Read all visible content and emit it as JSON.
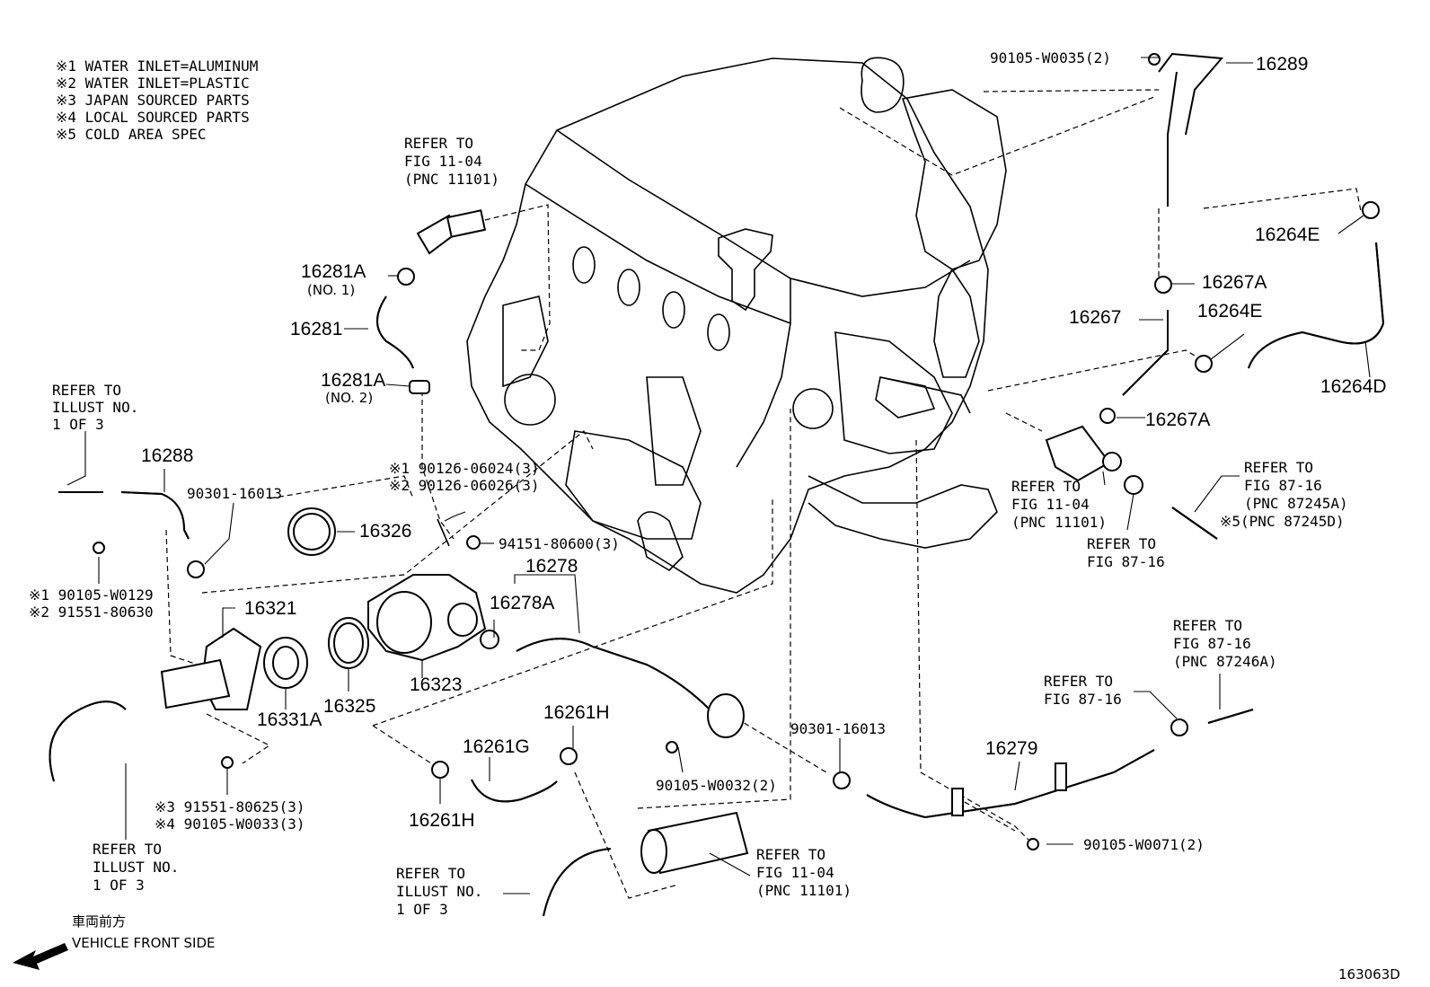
{
  "notes": [
    "※1 WATER INLET=ALUMINUM",
    "※2 WATER INLET=PLASTIC",
    "※3 JAPAN SOURCED PARTS",
    "※4 LOCAL SOURCED PARTS",
    "※5 COLD AREA SPEC"
  ],
  "refs": {
    "fig1104_top": [
      "REFER TO",
      "FIG 11-04",
      "(PNC 11101)"
    ],
    "illust_left": [
      "REFER TO",
      "ILLUST NO.",
      "1 OF 3"
    ],
    "fig1104_right": [
      "REFER TO",
      "FIG 11-04",
      "(PNC 11101)"
    ],
    "fig8716_mid": [
      "REFER TO",
      "FIG 87-16"
    ],
    "fig8716_right": [
      "REFER TO",
      "FIG 87-16",
      "(PNC 87245A)",
      "※5(PNC 87245D)"
    ],
    "fig8716_low": [
      "REFER TO",
      "FIG 87-16",
      "(PNC 87246A)"
    ],
    "fig8716_low2": [
      "REFER TO",
      "FIG 87-16"
    ],
    "illust_bottom_left": [
      "REFER TO",
      "ILLUST NO.",
      "1 OF 3"
    ],
    "illust_bottom_mid": [
      "REFER TO",
      "ILLUST NO.",
      "1 OF 3"
    ],
    "fig1104_bottom": [
      "REFER TO",
      "FIG 11-04",
      "(PNC 11101)"
    ]
  },
  "parts": {
    "p16289": "16289",
    "p90105w0035": "90105-W0035(2)",
    "p16264E_top": "16264E",
    "p16267A_top": "16267A",
    "p16267": "16267",
    "p16264E_mid": "16264E",
    "p16264D": "16264D",
    "p16267A_low": "16267A",
    "p16281A_1": "16281A",
    "p16281A_1_sub": "(NO. 1)",
    "p16281": "16281",
    "p16281A_2": "16281A",
    "p16281A_2_sub": "(NO. 2)",
    "p16288": "16288",
    "p90301_16013_left": "90301-16013",
    "p16326": "16326",
    "p90126_1": "※1 90126-06024(3)",
    "p90126_2": "※2 90126-06026(3)",
    "p94151": "94151-80600(3)",
    "p16278": "16278",
    "p16278A": "16278A",
    "p90105w0129_1": "※1 90105-W0129",
    "p91551_2": "※2 91551-80630",
    "p16321": "16321",
    "p16331A": "16331A",
    "p16325": "16325",
    "p16323": "16323",
    "p91551_3": "※3 91551-80625(3)",
    "p90105w0033_4": "※4 90105-W0033(3)",
    "p16261G": "16261G",
    "p16261H_top": "16261H",
    "p16261H_low": "16261H",
    "p90105w0032": "90105-W0032(2)",
    "p90301_16013_mid": "90301-16013",
    "p16279": "16279",
    "p90105w0071": "90105-W0071(2)"
  },
  "front": {
    "jp": "車両前方",
    "en": "VEHICLE FRONT SIDE"
  },
  "figure_id": "163063D"
}
